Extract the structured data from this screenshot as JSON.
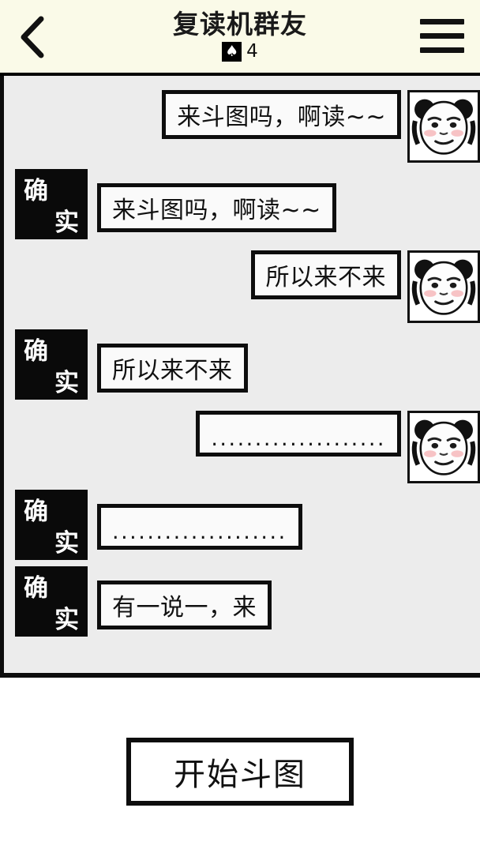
{
  "header": {
    "back_icon": "chevron-left-icon",
    "title": "复读机群友",
    "suit_symbol": "♠",
    "suit_count": "4",
    "menu_icon": "hamburger-menu-icon"
  },
  "chat": {
    "avatar_icon": "panda-head-meme-avatar",
    "stamp": {
      "char_top": "确",
      "char_bottom": "实"
    },
    "messages": [
      {
        "id": 1,
        "side": "right",
        "text": "来斗图吗，啊读~~",
        "has_avatar": true,
        "has_stamp": false
      },
      {
        "id": 2,
        "side": "left",
        "text": "来斗图吗，啊读~~",
        "has_avatar": false,
        "has_stamp": true
      },
      {
        "id": 3,
        "side": "right",
        "text": "所以来不来",
        "has_avatar": true,
        "has_stamp": false
      },
      {
        "id": 4,
        "side": "left",
        "text": "所以来不来",
        "has_avatar": false,
        "has_stamp": true
      },
      {
        "id": 5,
        "side": "right",
        "text": "....................",
        "has_avatar": true,
        "has_stamp": false
      },
      {
        "id": 6,
        "side": "left",
        "text": "....................",
        "has_avatar": false,
        "has_stamp": true
      },
      {
        "id": 7,
        "side": "left",
        "text": "有一说一，来",
        "has_avatar": false,
        "has_stamp": true
      }
    ]
  },
  "footer": {
    "start_button_label": "开始斗图"
  },
  "colors": {
    "header_bg": "#FAFAE8",
    "chat_bg": "#ECECEC",
    "bubble_bg": "#FAFAFA",
    "ink": "#0d0d0d",
    "stamp_bg": "#0a0a0a",
    "page_bg": "#FFFFFF"
  }
}
